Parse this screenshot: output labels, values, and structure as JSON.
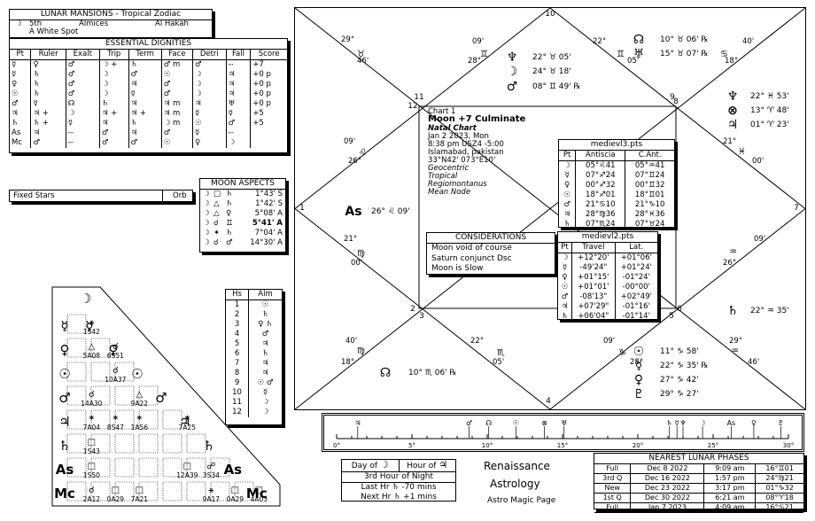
{
  "lunar_mansions": {
    "title": "LUNAR MANSIONS - Tropical Zodiac",
    "moon_glyph": "☽",
    "mansion": "5th",
    "name1": "Almices",
    "name2": "Al Hakah",
    "name3": "A White Spot"
  },
  "dignities": {
    "title": "ESSENTIAL DIGNITIES",
    "headers": [
      "Pt",
      "Ruler",
      "Exalt",
      "Trip",
      "Term",
      "Face",
      "Detri",
      "Fall",
      "Score"
    ],
    "rows": [
      [
        "☿",
        "♀",
        "♂",
        "☽ +",
        "♄",
        "♂ m",
        "♂",
        "--",
        "+7"
      ],
      [
        "☿",
        "♄",
        "♂",
        "☽",
        "♂",
        "☉",
        "☽",
        "♃",
        "+0 p"
      ],
      [
        "♀",
        "♄",
        "♂",
        "☽",
        "♃",
        "♂",
        "☽",
        "♃",
        "+0 p"
      ],
      [
        "☉",
        "♄",
        "♂",
        "☽",
        "☿",
        "♂",
        "☽",
        "♃",
        "+0 p"
      ],
      [
        "♂",
        "☿",
        "☊",
        "♄",
        "♃",
        "♃ m",
        "♃",
        "♅",
        "+0 p"
      ],
      [
        "♃",
        "♃ +",
        "☽",
        "♃ +",
        "♃ +",
        "♃ m",
        "☿",
        "☿",
        "+5"
      ],
      [
        "♄",
        "♄ +",
        "☿",
        "♃",
        "♄",
        "☽ m",
        "☉",
        "♂",
        "+5"
      ],
      [
        "As",
        "♃",
        "--",
        "♂",
        "♃",
        "♂",
        "☿",
        "--",
        ""
      ],
      [
        "Mc",
        "♂",
        "--",
        "♂",
        "♂",
        "☉",
        "♀",
        "☽",
        ""
      ]
    ]
  },
  "fixed_stars": {
    "label": "Fixed Stars",
    "orb": "Orb"
  },
  "moon_aspects": {
    "title": "MOON ASPECTS",
    "rows": [
      {
        "a": "☽",
        "asp": "□",
        "b": "♄",
        "orb": "1°43' S",
        "bold": false
      },
      {
        "a": "☽",
        "asp": "△",
        "b": "♄",
        "orb": "1°42' S",
        "bold": false
      },
      {
        "a": "☽",
        "asp": "△",
        "b": "♀",
        "orb": "5°08' A",
        "bold": false
      },
      {
        "a": "☽",
        "asp": "☌",
        "b": "♊",
        "orb": "5°41' A",
        "bold": true
      },
      {
        "a": "☽",
        "asp": "✶",
        "b": "♄",
        "orb": "7°04' A",
        "bold": false
      },
      {
        "a": "☽",
        "asp": "☌",
        "b": "♂",
        "orb": "14°30' A",
        "bold": false
      }
    ]
  },
  "almuten": {
    "headers": [
      "Hs",
      "Alm"
    ],
    "rows": [
      [
        "1",
        "☉"
      ],
      [
        "2",
        "♄"
      ],
      [
        "3",
        "♀ ♄"
      ],
      [
        "4",
        "♂"
      ],
      [
        "5",
        "♃"
      ],
      [
        "6",
        "♄"
      ],
      [
        "7",
        "♃"
      ],
      [
        "8",
        "♃"
      ],
      [
        "9",
        "☉ ♂"
      ],
      [
        "10",
        "☿"
      ],
      [
        "11",
        "☽"
      ],
      [
        "12",
        "☽"
      ]
    ]
  },
  "aspect_grid": {
    "planets": [
      "☽",
      "☿",
      "♀",
      "☉",
      "♂",
      "♃",
      "♄",
      "As",
      "Mc"
    ],
    "cells": [
      {
        "r": 1,
        "c": 1,
        "g": "⚹",
        "v": "1S42"
      },
      {
        "r": 2,
        "c": 1,
        "g": "△",
        "v": "5A08"
      },
      {
        "r": 2,
        "c": 2,
        "g": "☌",
        "v": "6S51"
      },
      {
        "r": 3,
        "c": 2,
        "g": "☌",
        "v": "10A37"
      },
      {
        "r": 4,
        "c": 1,
        "g": "☌",
        "v": "14A30"
      },
      {
        "r": 4,
        "c": 3,
        "g": "△",
        "v": "9A22"
      },
      {
        "r": 5,
        "c": 1,
        "g": "✶",
        "v": "7A04"
      },
      {
        "r": 5,
        "c": 2,
        "g": "✶",
        "v": "8S47"
      },
      {
        "r": 5,
        "c": 3,
        "g": "✶",
        "v": "1A56"
      },
      {
        "r": 5,
        "c": 5,
        "g": "✶",
        "v": "7A25"
      },
      {
        "r": 6,
        "c": 1,
        "g": "□",
        "v": "1S43"
      },
      {
        "r": 7,
        "c": 1,
        "g": "□",
        "v": "1S50"
      },
      {
        "r": 7,
        "c": 5,
        "g": "□",
        "v": "12A39"
      },
      {
        "r": 7,
        "c": 6,
        "g": "☍",
        "v": "3S34"
      },
      {
        "r": 8,
        "c": 1,
        "g": "☌",
        "v": "2A12"
      },
      {
        "r": 8,
        "c": 2,
        "g": "□",
        "v": "0A29"
      },
      {
        "r": 8,
        "c": 3,
        "g": "□",
        "v": "7A21"
      },
      {
        "r": 8,
        "c": 6,
        "g": "⚹",
        "v": "9A17"
      },
      {
        "r": 8,
        "c": 7,
        "g": "□",
        "v": "0A29"
      },
      {
        "r": 8,
        "c": 8,
        "g": "□",
        "v": "4A03"
      }
    ]
  },
  "chart": {
    "title1": "Chart 1",
    "title2": "Moon +7 Culminate",
    "title3": "Natal Chart",
    "date": "Jan 2 2023, Mon",
    "time": "8:38 pm  USZ4 -5:00",
    "place": "Islamabad, pakistan",
    "coords": "33°N42' 073°E10'",
    "opts": [
      "Geocentric",
      "Tropical",
      "Regiomontanus",
      "Mean Node"
    ],
    "house_numbers": [
      "1",
      "2",
      "3",
      "4",
      "5",
      "6",
      "7",
      "8",
      "9",
      "10",
      "11",
      "12"
    ],
    "cusps": [
      {
        "deg": "29°",
        "min": "46'"
      },
      {
        "deg": "09'",
        "min": "28°"
      },
      {
        "deg": "22°",
        "min": "05'"
      },
      {
        "deg": "40'",
        "min": "18°"
      },
      {
        "deg": "09'",
        "min": "26°"
      },
      {
        "deg": "21°",
        "min": "00'"
      },
      {
        "deg": "21°",
        "min": "00'"
      },
      {
        "deg": "09'",
        "min": "26°"
      },
      {
        "deg": "40'",
        "min": "18°"
      },
      {
        "deg": "22°",
        "min": "05'"
      },
      {
        "deg": "09'",
        "min": "28°"
      },
      {
        "deg": "29°",
        "min": "46'"
      }
    ],
    "planets": [
      {
        "g": "☊",
        "t": "10° ♉ 06' ℞"
      },
      {
        "g": "♅",
        "t": "15° ♉ 07' ℞"
      },
      {
        "g": "♆",
        "t": "22° ♉ 05'"
      },
      {
        "g": "☽",
        "t": "24° ♉ 18'"
      },
      {
        "g": "♂",
        "t": "08° ♊ 49' ℞"
      },
      {
        "g": "♆",
        "t": "22° ♓ 53'"
      },
      {
        "g": "⊗",
        "t": "13° ♈ 48'"
      },
      {
        "g": "♃",
        "t": "01° ♈ 23'"
      },
      {
        "g": "As",
        "t": "26° ♌ 09'"
      },
      {
        "g": "♄",
        "t": "22° ♒ 35'"
      },
      {
        "g": "☊",
        "t": "10° ♏ 06' ℞"
      },
      {
        "g": "☉",
        "t": "11° ♑ 58'"
      },
      {
        "g": "☿",
        "t": "22° ♑ 35' ℞"
      },
      {
        "g": "♀",
        "t": "27° ♑ 42'"
      },
      {
        "g": "♇",
        "t": "29° ♑ 27'"
      }
    ],
    "antiscia": {
      "title": "medievl3.pts",
      "headers": [
        "Pt",
        "Antiscia",
        "C.Ant."
      ],
      "rows": [
        [
          "☽",
          "05°♌41",
          "05°♒41"
        ],
        [
          "☿",
          "07°♐24",
          "07°♊24"
        ],
        [
          "♀",
          "00°♐32",
          "00°♊32"
        ],
        [
          "☉",
          "18°♐01",
          "18°♊01"
        ],
        [
          "♂",
          "21°♋10",
          "21°♑10"
        ],
        [
          "♃",
          "28°♍36",
          "28°♓36"
        ],
        [
          "♄",
          "07°♏24",
          "07°♉24"
        ]
      ]
    },
    "travel": {
      "title": "medievl2.pts",
      "headers": [
        "Pt",
        "Travel",
        "Lat."
      ],
      "rows": [
        [
          "☽",
          "+12°20'",
          "+01°06'"
        ],
        [
          "☿",
          "-49'24\"",
          "+01°24'"
        ],
        [
          "♀",
          "+01°15'",
          "-01°24'"
        ],
        [
          "☉",
          "+01°01'",
          "-00°00'"
        ],
        [
          "♂",
          "-08'13\"",
          "+02°49'"
        ],
        [
          "♃",
          "+07'29\"",
          "-01°16'"
        ],
        [
          "♄",
          "+06'04\"",
          "-01°14'"
        ]
      ]
    },
    "considerations": {
      "title": "CONSIDERATIONS",
      "items": [
        "Moon void of course",
        "Saturn conjunct Dsc",
        "Moon is Slow"
      ]
    }
  },
  "ruler": {
    "ticks": [
      "0°",
      "5°",
      "10°",
      "15°",
      "20°",
      "25°",
      "30°"
    ]
  },
  "hours": {
    "day_label": "Day of",
    "day_glyph": "☽",
    "hour_label": "Hour of",
    "hour_glyph": "♃",
    "line2": "3rd Hour of Night",
    "line3": "Last Hr  ♄  -70 mins",
    "line4": "Next Hr  ♄  +1 mins"
  },
  "branding": {
    "line1": "Renaissance",
    "line2": "Astrology",
    "line3": "Astro Magic Page"
  },
  "lunar_phases": {
    "title": "NEAREST LUNAR PHASES",
    "rows": [
      [
        "Full",
        "Dec 8 2022",
        "9:09 am",
        "16°♊01"
      ],
      [
        "3rd Q",
        "Dec 16 2022",
        "1:57 pm",
        "24°♍21"
      ],
      [
        "New",
        "Dec 23 2022",
        "3:17 pm",
        "01°♑32"
      ],
      [
        "1st Q",
        "Dec 30 2022",
        "6:21 am",
        "08°♈18"
      ],
      [
        "Full",
        "Jan 7 2023",
        "4:09 am",
        "16°♋21"
      ]
    ]
  }
}
